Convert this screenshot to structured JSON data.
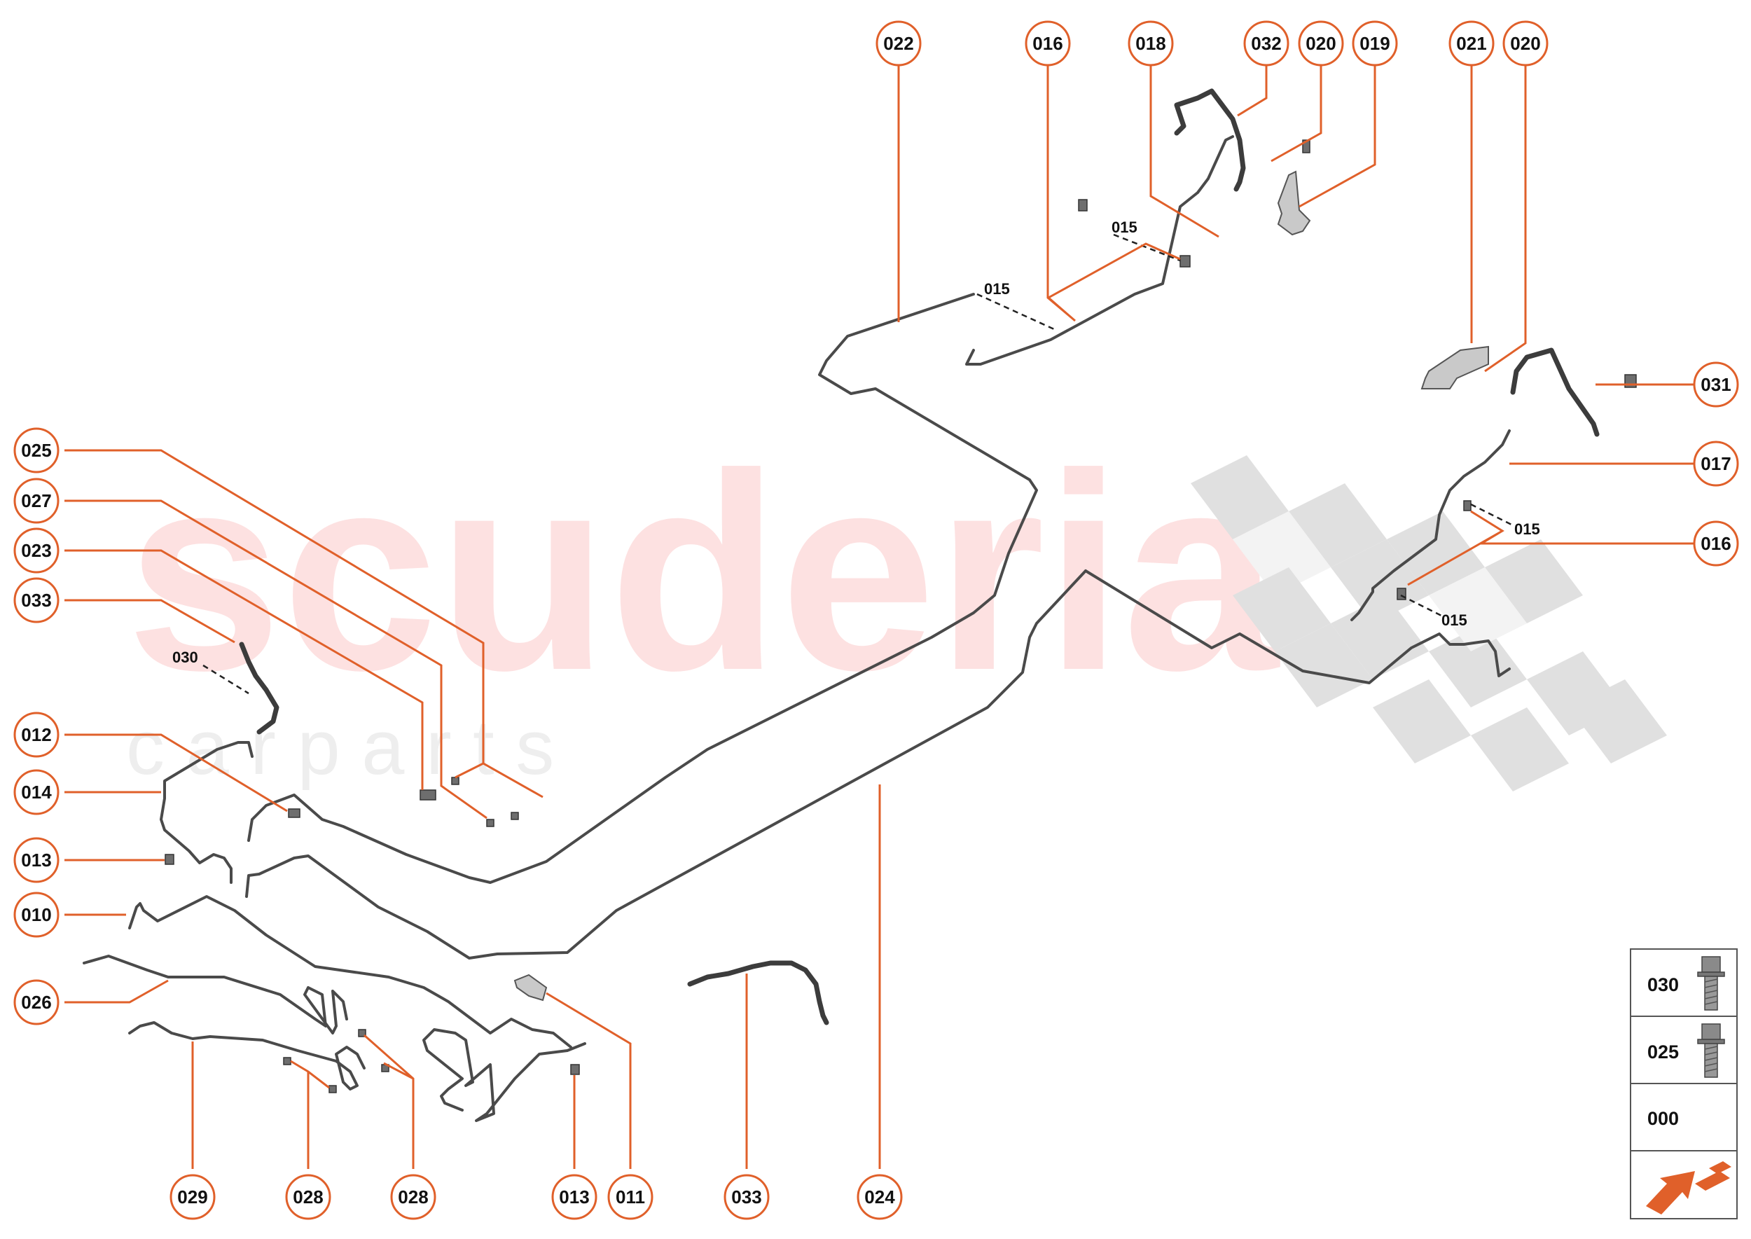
{
  "watermark": {
    "brand": "scuderia",
    "sub": "c a r   p a r t s"
  },
  "callouts": [
    {
      "id": "c-022",
      "label": "022"
    },
    {
      "id": "c-016-top",
      "label": "016"
    },
    {
      "id": "c-018",
      "label": "018"
    },
    {
      "id": "c-032",
      "label": "032"
    },
    {
      "id": "c-020-a",
      "label": "020"
    },
    {
      "id": "c-019",
      "label": "019"
    },
    {
      "id": "c-021",
      "label": "021"
    },
    {
      "id": "c-020-b",
      "label": "020"
    },
    {
      "id": "c-031",
      "label": "031"
    },
    {
      "id": "c-017",
      "label": "017"
    },
    {
      "id": "c-016-right",
      "label": "016"
    },
    {
      "id": "c-025",
      "label": "025"
    },
    {
      "id": "c-027",
      "label": "027"
    },
    {
      "id": "c-023",
      "label": "023"
    },
    {
      "id": "c-033-left",
      "label": "033"
    },
    {
      "id": "c-012",
      "label": "012"
    },
    {
      "id": "c-014",
      "label": "014"
    },
    {
      "id": "c-013-left",
      "label": "013"
    },
    {
      "id": "c-010",
      "label": "010"
    },
    {
      "id": "c-026",
      "label": "026"
    },
    {
      "id": "c-029",
      "label": "029"
    },
    {
      "id": "c-028-a",
      "label": "028"
    },
    {
      "id": "c-028-b",
      "label": "028"
    },
    {
      "id": "c-013-bottom",
      "label": "013"
    },
    {
      "id": "c-011",
      "label": "011"
    },
    {
      "id": "c-033-bottom",
      "label": "033"
    },
    {
      "id": "c-024",
      "label": "024"
    }
  ],
  "inline_labels": [
    {
      "id": "l-015-a",
      "label": "015"
    },
    {
      "id": "l-015-b",
      "label": "015"
    },
    {
      "id": "l-015-c",
      "label": "015"
    },
    {
      "id": "l-015-d",
      "label": "015"
    },
    {
      "id": "l-030",
      "label": "030"
    }
  ],
  "legend": [
    {
      "label": "030",
      "icon": "bolt-icon"
    },
    {
      "label": "025",
      "icon": "bolt-icon"
    },
    {
      "label": "000",
      "icon": ""
    },
    {
      "label": "",
      "icon": "direction-arrow-icon"
    }
  ],
  "colors": {
    "accent": "#e0602a",
    "pipe": "#4a4a4a",
    "watermark": "#fde1e1",
    "checker": "#e0e0e0"
  }
}
